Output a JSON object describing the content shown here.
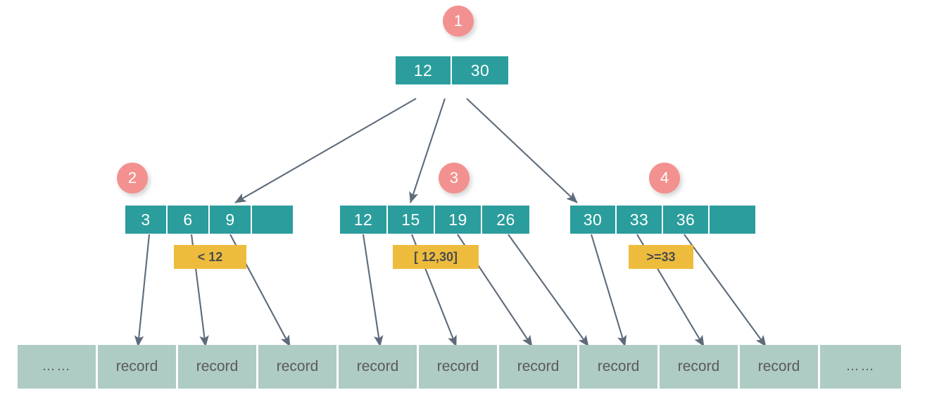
{
  "diagram": {
    "title": "B+ tree index lookup diagram",
    "colors": {
      "node_teal": "#2a9d9c",
      "badge_pink": "#f2918f",
      "label_yellow": "#eebc3d",
      "record_green": "#aecbc4",
      "arrow_gray": "#5d6b7a"
    },
    "root": {
      "badge": "1",
      "cells": [
        "12",
        "30"
      ]
    },
    "level2": [
      {
        "badge": "2",
        "cells": [
          "3",
          "6",
          "9",
          ""
        ],
        "range_label": "< 12"
      },
      {
        "badge": "3",
        "cells": [
          "12",
          "15",
          "19",
          "26"
        ],
        "range_label": "[ 12,30]"
      },
      {
        "badge": "4",
        "cells": [
          "30",
          "33",
          "36",
          ""
        ],
        "range_label": ">=33"
      }
    ],
    "records": [
      "……",
      "record",
      "record",
      "record",
      "record",
      "record",
      "record",
      "record",
      "record",
      "record",
      "……"
    ]
  }
}
